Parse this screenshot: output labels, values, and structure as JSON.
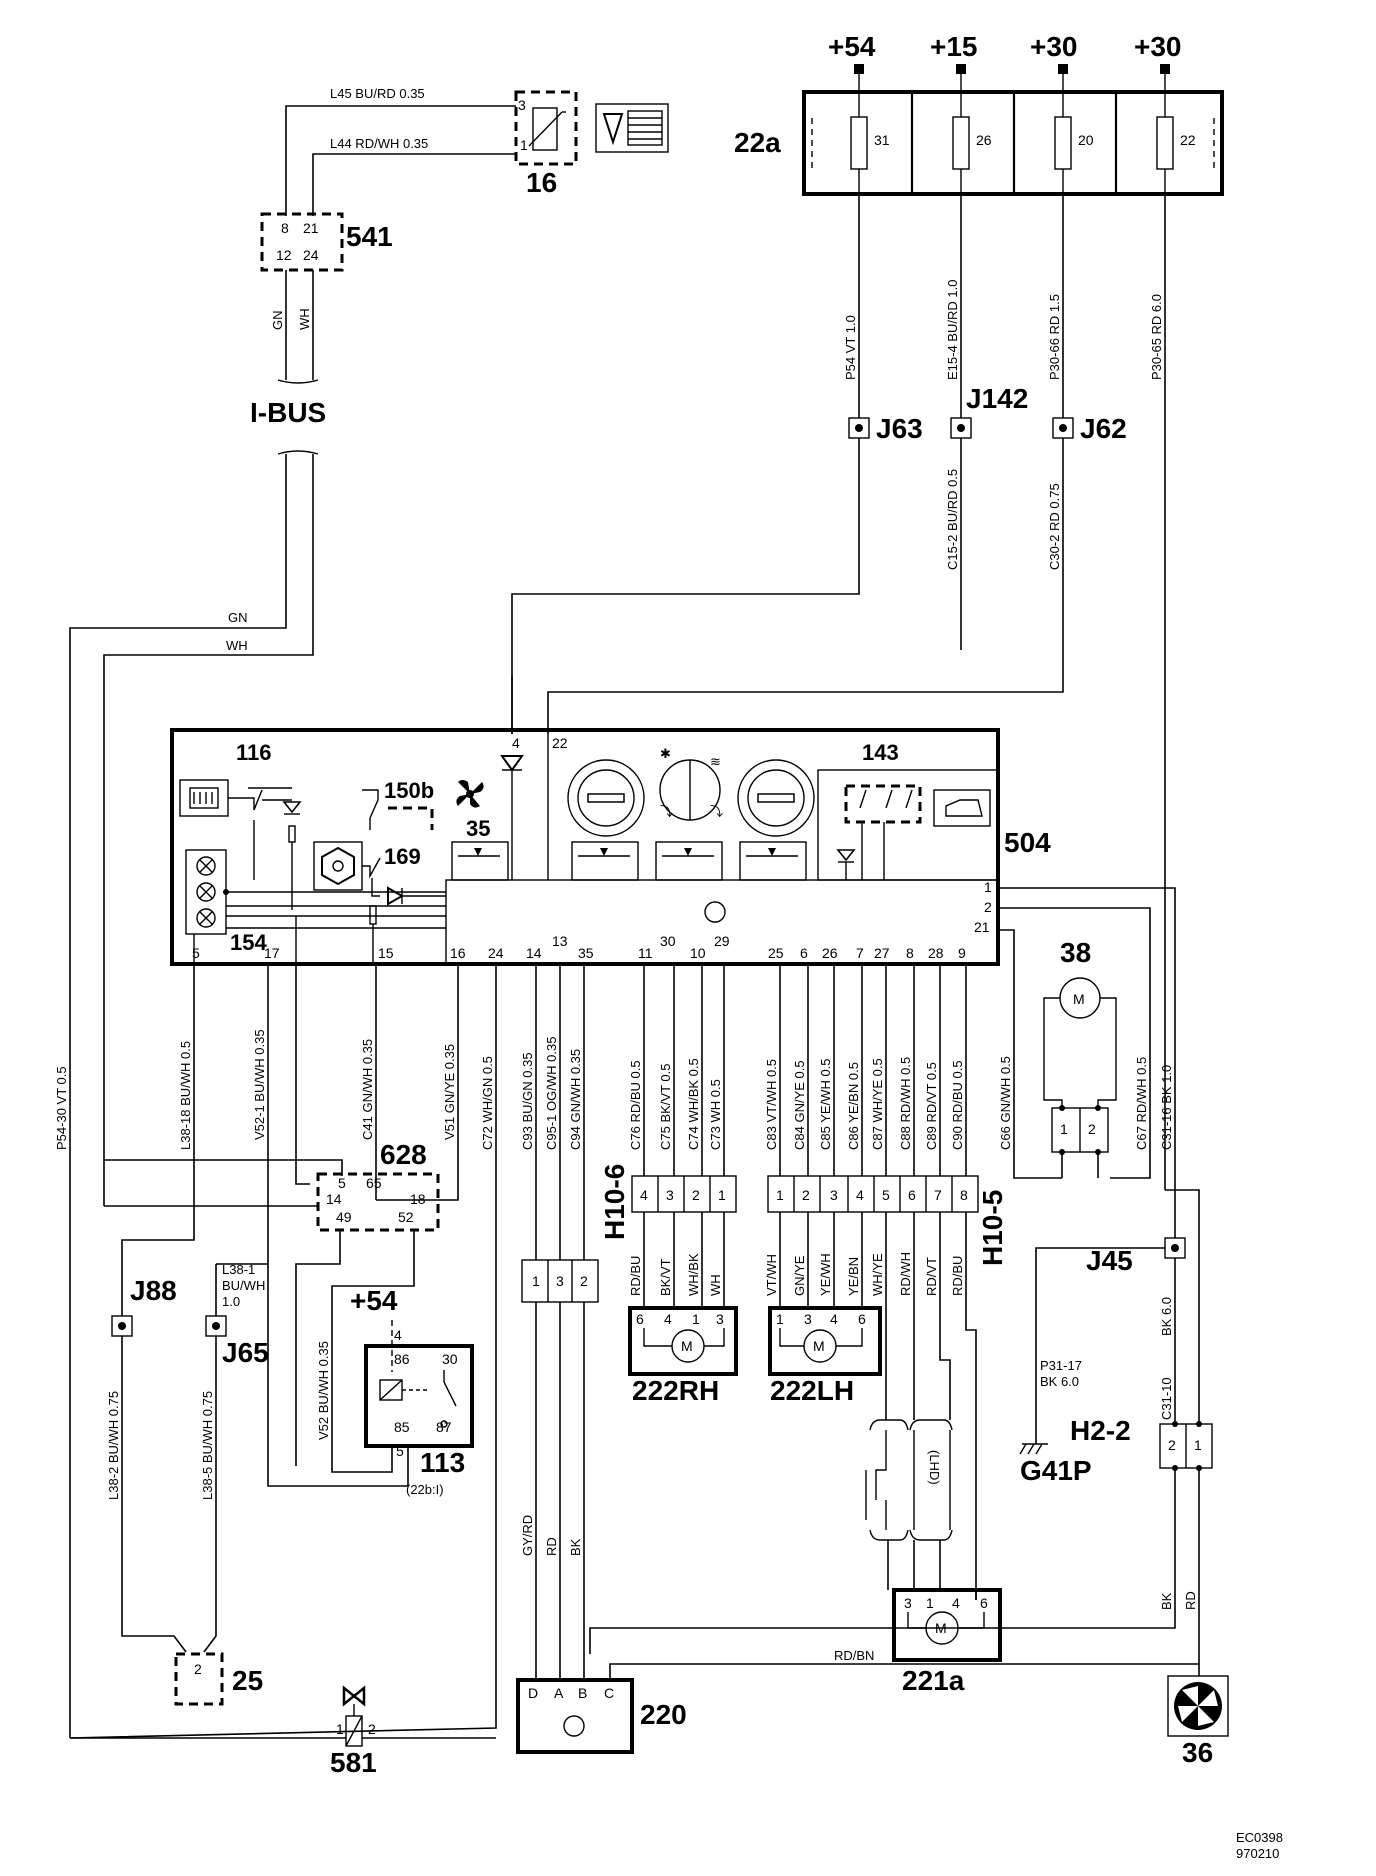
{
  "drawing_code": [
    "EC0398",
    "970210"
  ],
  "supplies": [
    "+54",
    "+15",
    "+30",
    "+30"
  ],
  "fuse_box": {
    "id": "22a",
    "fuses": [
      "31",
      "26",
      "20",
      "22"
    ]
  },
  "components": {
    "c16": "16",
    "c541": "541",
    "ibus": "I-BUS",
    "c504": "504",
    "c116": "116",
    "c143": "143",
    "c150b": "150b",
    "c35": "35",
    "c169": "169",
    "c154": "154",
    "c38": "38",
    "c628": "628",
    "c113": "113",
    "c113_sub": "(22b:I)",
    "c54_relay": "+54",
    "c222rh": "222RH",
    "c222lh": "222LH",
    "c221a": "221a",
    "c220": "220",
    "c36": "36",
    "c25": "25",
    "c581": "581",
    "h106": "H10-6",
    "h105": "H10-5",
    "h22": "H2-2",
    "g41p": "G41P",
    "lhd": "(LHD)"
  },
  "junctions": [
    "J63",
    "J142",
    "J62",
    "J88",
    "J65",
    "J45"
  ],
  "wires": {
    "l45": "L45   BU/RD  0.35",
    "l44": "L44   RD/WH  0.35",
    "gn": "GN",
    "wh": "WH",
    "p54": "P54   VT  1.0",
    "e154": "E15-4   BU/RD  1.0",
    "p3066": "P30-66   RD  1.5",
    "p3065": "P30-65   RD  6.0",
    "c152": "C15-2   BU/RD  0.5",
    "c302": "C30-2   RD  0.75",
    "p5430": "P54-30   VT  0.5",
    "l3818": "L38-18   BU/WH  0.5",
    "v521": "V52-1   BU/WH  0.35",
    "c41": "C41   GN/WH  0.35",
    "v51": "V51   GN/YE  0.35",
    "c72": "C72   WH/GN  0.5",
    "c93": "C93   BU/GN  0.35",
    "c951": "C95-1   OG/WH  0.35",
    "c94": "C94   GN/WH  0.35",
    "c76": "C76   RD/BU  0.5",
    "c75": "C75   BK/VT  0.5",
    "c74": "C74   WH/BK  0.5",
    "c73": "C73   WH  0.5",
    "c83": "C83   VT/WH  0.5",
    "c84": "C84   GN/YE  0.5",
    "c85": "C85   YE/WH  0.5",
    "c86": "C86   YE/BN  0.5",
    "c87": "C87   WH/YE  0.5",
    "c88": "C88   RD/WH  0.5",
    "c89": "C89   RD/VT  0.5",
    "c90": "C90   RD/BU  0.5",
    "c66": "C66   GN/WH  0.5",
    "c67": "C67   RD/WH  0.5",
    "c3116": "C31-16   BK  1.0",
    "l381": [
      "L38-1",
      "BU/WH",
      "1.0"
    ],
    "v52": "V52   BU/WH  0.35",
    "l382": "L38-2   BU/WH  0.75",
    "l385": "L38-5   BU/WH  0.75",
    "gyrd": "GY/RD",
    "rd": "RD",
    "bk": "BK",
    "rdbn": "RD/BN",
    "p3117": [
      "P31-17",
      "BK  6.0"
    ],
    "bk6": "BK  6.0",
    "c3110": "C31-10",
    "rh_labels": [
      "RD/BU",
      "BK/VT",
      "WH/BK",
      "WH"
    ],
    "lh_labels": [
      "VT/WH",
      "GN/YE",
      "YE/WH",
      "YE/BN",
      "WH/YE"
    ],
    "a221_labels": [
      "RD/WH",
      "RD/VT",
      "RD/BU"
    ]
  },
  "pins": {
    "p16": [
      "3",
      "1"
    ],
    "p541": [
      "8",
      "21",
      "12",
      "24"
    ],
    "p504_top": [
      "4",
      "22"
    ],
    "p504_bottom": [
      "5",
      "17",
      "15",
      "16",
      "24",
      "14",
      "13",
      "35",
      "11",
      "30",
      "10",
      "29",
      "25",
      "6",
      "26",
      "7",
      "27",
      "8",
      "28",
      "9"
    ],
    "p504_right": [
      "1",
      "2",
      "21"
    ],
    "p628": [
      "5",
      "65",
      "18",
      "14",
      "49",
      "52"
    ],
    "p_h106": [
      "4",
      "3",
      "2",
      "1"
    ],
    "p_h105": [
      "1",
      "2",
      "3",
      "4",
      "5",
      "6",
      "7",
      "8"
    ],
    "p_rh": [
      "6",
      "4",
      "1",
      "3"
    ],
    "p_lh": [
      "1",
      "3",
      "4",
      "6"
    ],
    "p_221a": [
      "3",
      "1",
      "4",
      "6"
    ],
    "p38": [
      "1",
      "2"
    ],
    "p_c3": [
      "1",
      "3",
      "2"
    ],
    "p113": [
      "4",
      "86",
      "30",
      "85",
      "87",
      "5"
    ],
    "p220": [
      "D",
      "A",
      "B",
      "C"
    ],
    "p_h22": [
      "2",
      "1"
    ],
    "p25": [
      "2"
    ],
    "p581": [
      "1",
      "2"
    ]
  }
}
